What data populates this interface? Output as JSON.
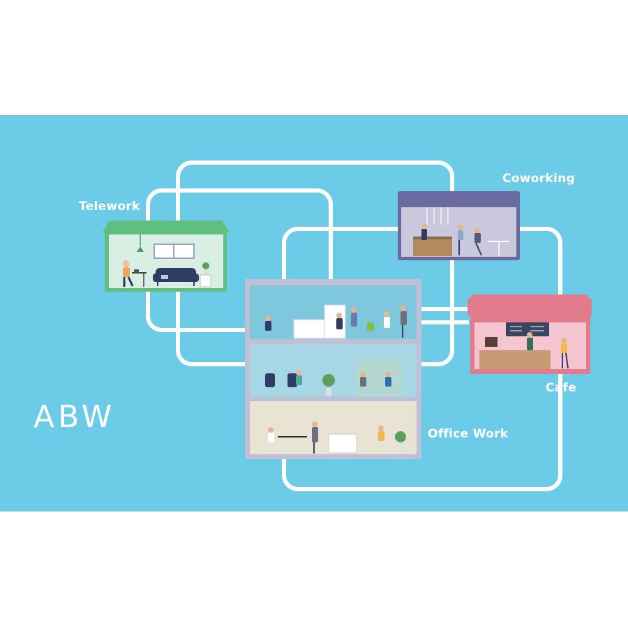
{
  "title": "ABW",
  "labels": {
    "telework": "Telework",
    "coworking": "Coworking",
    "cafe": "Cafe",
    "office": "Office Work"
  },
  "colors": {
    "background": "#6ccbe6",
    "lines": "#ffffff",
    "telework_roof": "#5fbf7e",
    "telework_wall": "#d9efe4",
    "coworking_frame": "#6a6a9f",
    "coworking_wall": "#c9c8dc",
    "cafe_awning": "#e17c8c",
    "cafe_wall": "#f5c6cf",
    "office_frame": "#bfc0d6",
    "office_floor1": "#7ec7dc",
    "office_floor2": "#a7d6e4",
    "office_floor3": "#e8e3d2"
  },
  "icons": [
    "house-icon",
    "sofa-icon",
    "lamp-icon",
    "plant-icon",
    "person-icon",
    "desk-icon",
    "chair-icon",
    "counter-icon",
    "coffee-machine-icon",
    "cabinet-icon",
    "pendant-light-icon",
    "menu-board-icon"
  ]
}
